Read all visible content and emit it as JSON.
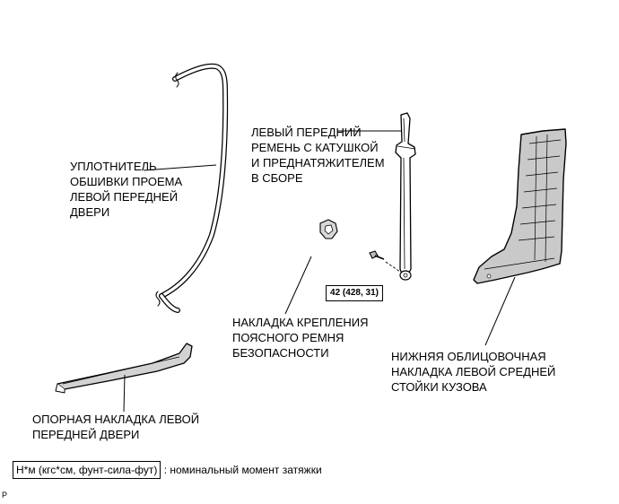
{
  "labels": {
    "weatherstrip": [
      "УПЛОТНИТЕЛЬ",
      "ОБШИВКИ ПРОЕМА",
      "ЛЕВОЙ ПЕРЕДНЕЙ",
      "ДВЕРИ"
    ],
    "seatbelt": [
      "ЛЕВЫЙ ПЕРЕДНИЙ",
      "РЕМЕНЬ С КАТУШКОЙ",
      "И ПРЕДНАТЯЖИТЕЛЕМ",
      "В СБОРЕ"
    ],
    "anchor_cover": [
      "НАКЛАДКА КРЕПЛЕНИЯ",
      "ПОЯСНОГО РЕМНЯ",
      "БЕЗОПАСНОСТИ"
    ],
    "pillar_garnish": [
      "НИЖНЯЯ ОБЛИЦОВОЧНАЯ",
      "НАКЛАДКА ЛЕВОЙ СРЕДНЕЙ",
      "СТОЙКИ КУЗОВА"
    ],
    "scuff_plate": [
      "ОПОРНАЯ НАКЛАДКА ЛЕВОЙ",
      "ПЕРЕДНЕЙ ДВЕРИ"
    ]
  },
  "torque_value": "42 (428, 31)",
  "legend": {
    "unit": "Н*м (кгс*см, фунт-сила-фут)",
    "description": ": номинальный момент затяжки"
  },
  "corner_mark": "P"
}
